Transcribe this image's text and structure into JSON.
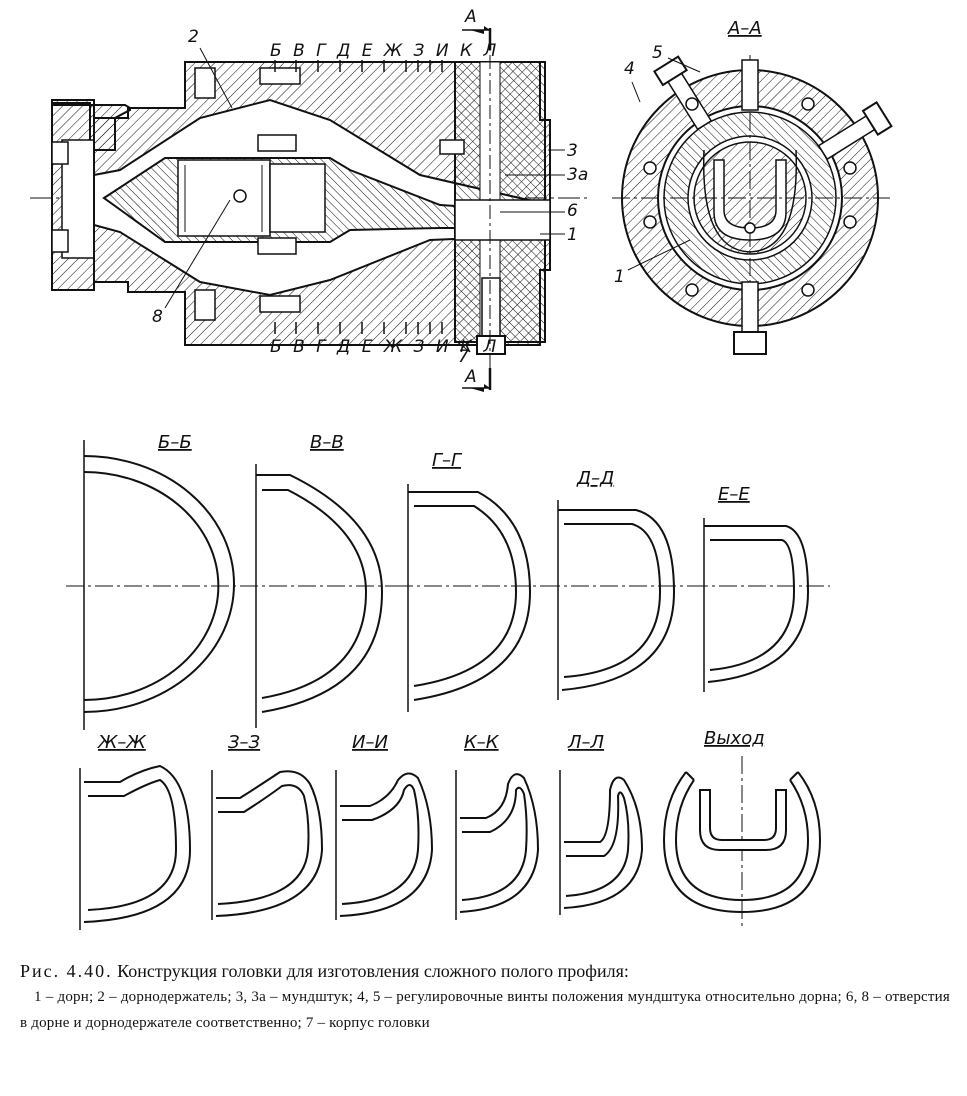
{
  "section_marks": [
    "Б",
    "В",
    "Г",
    "Д",
    "Е",
    "Ж",
    "З",
    "И",
    "К",
    "Л"
  ],
  "section_letters_top": "Б В Г Д Е Ж З И К Л",
  "section_letters_bottom": "Б В Г Д Е Ж З И К Л",
  "cut_label": "А",
  "view_title": "А–А",
  "parts_main": {
    "p2": "2",
    "p3": "3",
    "p3a": "3а",
    "p6": "6",
    "p1": "1",
    "p8": "8",
    "p7": "7"
  },
  "parts_view": {
    "p4": "4",
    "p5": "5",
    "p1": "1"
  },
  "sections": [
    {
      "label": "Б–Б"
    },
    {
      "label": "В–В"
    },
    {
      "label": "Г–Г"
    },
    {
      "label": "Д–Д"
    },
    {
      "label": "Е–Е"
    },
    {
      "label": "Ж–Ж"
    },
    {
      "label": "З–З"
    },
    {
      "label": "И–И"
    },
    {
      "label": "К–К"
    },
    {
      "label": "Л–Л"
    },
    {
      "label": "Выход"
    }
  ],
  "caption": {
    "fig_prefix": "Рис. 4.40.",
    "title": "Конструкция головки для изготовления сложного полого профиля:",
    "legend": "1 – дорн; 2 – дорнодержатель; 3, 3а – мундштук; 4, 5 – регулировочные винты положения мундштука относительно дорна; 6, 8 – отверстия в дорне и дорнодержателе соответственно; 7 – корпус головки"
  }
}
